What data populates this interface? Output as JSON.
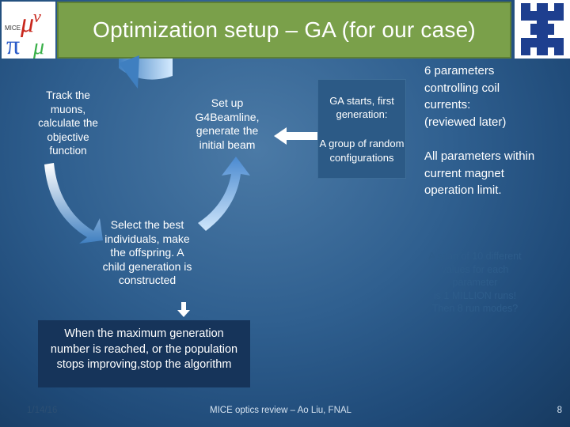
{
  "title": "Optimization setup – GA (for our case)",
  "cycle": {
    "track": "Track the muons, calculate the objective function",
    "setup": "Set up G4Beamline, generate the initial beam",
    "select": "Select the best individuals, make the offspring. A child generation is constructed"
  },
  "ga_box": {
    "first": "GA starts, first generation:",
    "group": "A group of random configurations"
  },
  "params": {
    "line1": "6 parameters",
    "line2": "controlling coil",
    "line3": "currents:",
    "line4": "(reviewed later)",
    "limit1": "All parameters within",
    "limit2": "current  magnet",
    "limit3": "operation  limit."
  },
  "stop": "When the maximum generation number is reached, or the population stops improving,stop the algorithm",
  "scan": {
    "l1": "A scan of 10 different",
    "l2": "values for each",
    "l3": "parameter",
    "l4": "is 1 MILLION runs!",
    "l5": "Then 8 run modes?"
  },
  "footer": {
    "date": "1/14/16",
    "center": "MICE optics review – Ao Liu, FNAL",
    "page": "8"
  },
  "logos": {
    "left": "MICE",
    "right": "Fermilab"
  },
  "colors": {
    "title_bg": "#7aa04a",
    "arrow_light": "#cfe6fb",
    "arrow_dark": "#3f7fc0"
  }
}
